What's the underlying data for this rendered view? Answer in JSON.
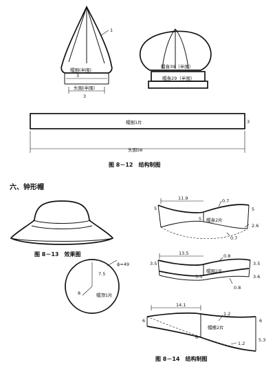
{
  "fig1": {
    "label_1": "1",
    "crown_half_label": "帽围(半围)",
    "crown_half_value": "3",
    "head_half_label": "头围(半围)",
    "head_half_value": "3",
    "body39_label": "帽身39（半围）",
    "body29_label": "帽身29（半围）",
    "strip_label": "帽围1片",
    "strip_side_value": "3",
    "head58_label": "头围58",
    "caption": "图 8－12　结构制图"
  },
  "section": {
    "title": "六、钟形帽"
  },
  "fig13": {
    "caption": "图 8－13　效果图"
  },
  "fig14": {
    "circle_phi": "ϕ=49",
    "circle_r": "7.5",
    "circle_8": "8",
    "circle_label": "帽顶1片",
    "p1_top": "11.9",
    "p1_left": "5",
    "p1_mid": "5",
    "p1_right": "5",
    "p1_right2": "2.6",
    "p1_curve_top": "0.7",
    "p1_curve_bot": "0.7",
    "p1_label": "帽身2片",
    "p2_top": "13.5",
    "p2_left": "3.5",
    "p2_mid": "3.5",
    "p2_right": "3.5",
    "p2_right2": "3.6",
    "p2_curve_top": "0.8",
    "p2_curve_bot": "0.8",
    "p2_label": "帽围2片",
    "p3_top": "14.1",
    "p3_left": "6",
    "p3_mid": "6",
    "p3_right": "6",
    "p3_right2": "5.3",
    "p3_curve_top": "1.2",
    "p3_curve_bot": "1.2",
    "p3_label": "帽檐2片",
    "caption": "图 8－14　结构制图"
  }
}
